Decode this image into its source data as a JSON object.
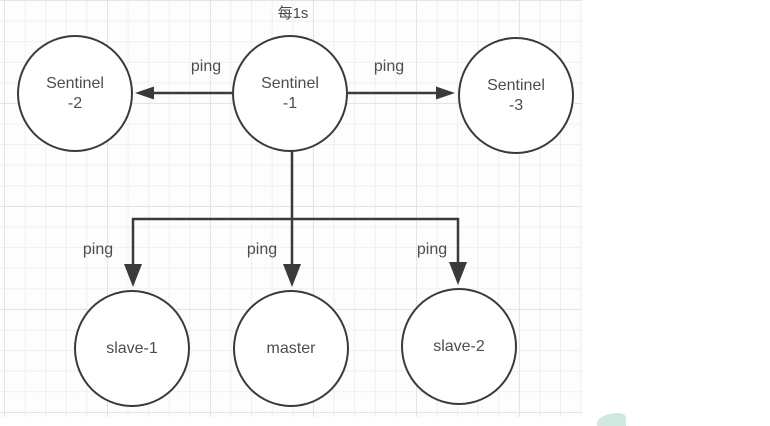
{
  "diagram": {
    "interval_label": "每1s",
    "nodes": {
      "sentinel2": {
        "lines": [
          "Sentinel",
          "-2"
        ]
      },
      "sentinel1": {
        "lines": [
          "Sentinel",
          "-1"
        ]
      },
      "sentinel3": {
        "lines": [
          "Sentinel",
          "-3"
        ]
      },
      "slave1": {
        "label": "slave-1"
      },
      "master": {
        "label": "master"
      },
      "slave2": {
        "label": "slave-2"
      }
    },
    "edges": [
      {
        "from": "Sentinel-1",
        "to": "Sentinel-2",
        "label": "ping"
      },
      {
        "from": "Sentinel-1",
        "to": "Sentinel-3",
        "label": "ping"
      },
      {
        "from": "Sentinel-1",
        "to": "slave-1",
        "label": "ping"
      },
      {
        "from": "Sentinel-1",
        "to": "master",
        "label": "ping"
      },
      {
        "from": "Sentinel-1",
        "to": "slave-2",
        "label": "ping"
      }
    ],
    "colors": {
      "stroke": "#3a3a3a",
      "text": "#4d4d4d",
      "grid_minor": "#efefef",
      "grid_major": "#e4e4e4",
      "node_fill": "#ffffff",
      "watermark": "#cfe9e0",
      "background": "#ffffff"
    }
  }
}
